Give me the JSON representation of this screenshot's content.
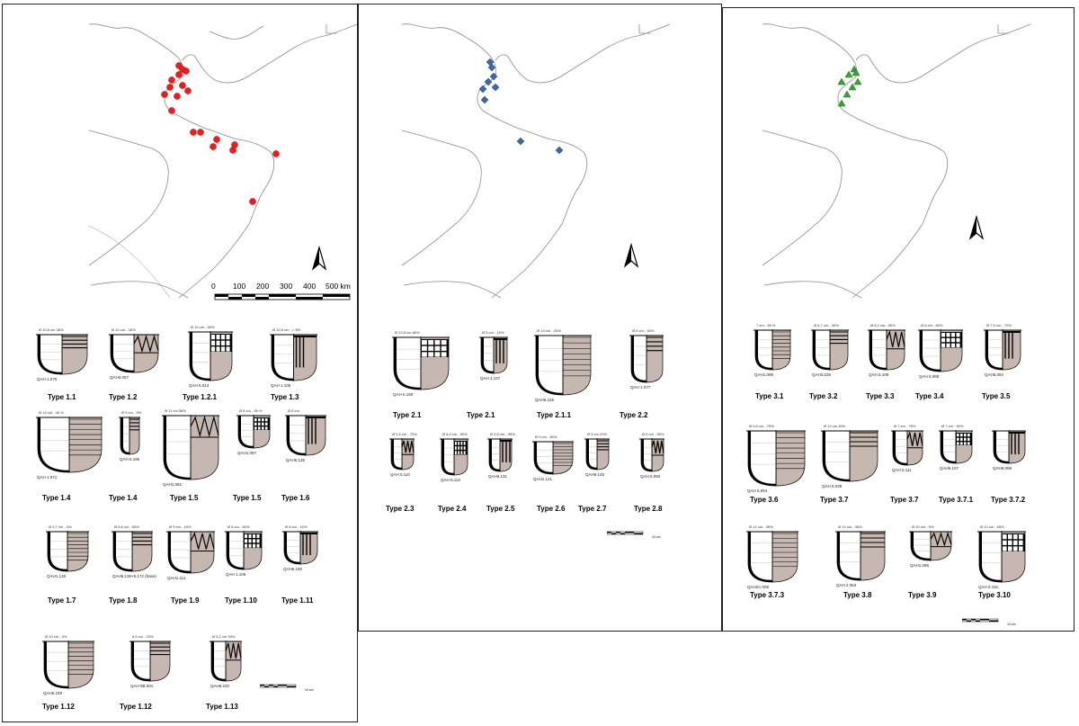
{
  "colors": {
    "type1_marker": "#e62020",
    "type2_marker": "#3a6aa8",
    "type3_marker": "#3aa03a",
    "coastline": "#8a8a8a",
    "sherd_fill": "#c6b7b0",
    "frame": "#222222"
  },
  "icons": [
    "north-arrow-icon",
    "scale-bar-icon",
    "circle-marker",
    "diamond-marker",
    "triangle-marker"
  ],
  "map_scale": {
    "ticks": [
      "0",
      "100",
      "200",
      "300",
      "400",
      "500 km"
    ]
  },
  "mini_scale_label": "10 cm",
  "panels": [
    {
      "types": [
        {
          "label": "Type 1.1",
          "id": "QAH 1.075",
          "dim": "Ø 10,6 cm 35%"
        },
        {
          "label": "Type 1.2",
          "id": "QAH3.067",
          "dim": "Ø 10 cm - 30%"
        },
        {
          "label": "Type 1.2.1",
          "id": "QAH 6.013",
          "dim": "Ø 10 cm - 55%"
        },
        {
          "label": "Type 1.3",
          "id": "QAH 1.105",
          "dim": "Ø 10,5 cm - < 5%"
        },
        {
          "label": "Type 1.4",
          "id": "QAH 1.071",
          "dim": "Ø 14 cm - 45 %"
        },
        {
          "label": "Type 1.4",
          "id": "QAH 6.195",
          "dim": "Ø 5 cm - 5%"
        },
        {
          "label": "Type 1.5",
          "id": "QAH1.081",
          "dim": "Ø 11 cm 58%"
        },
        {
          "label": "Type 1.5",
          "id": "QAH1.097",
          "dim": "Ø 8 cm - 45 %"
        },
        {
          "label": "Type 1.6",
          "id": "QAH6.135",
          "dim": "Ø 8 cm"
        },
        {
          "label": "Type 1.7",
          "id": "QAH1.128",
          "dim": "Ø 9,7 cm - 3%"
        },
        {
          "label": "Type 1.8",
          "id": "QAH6.139+6.172 (base)",
          "dim": "Ø 6,8 cm - 50%"
        },
        {
          "label": "Type 1.9",
          "id": "QAH1.111",
          "dim": "Ø 9 cm - 15%"
        },
        {
          "label": "Type 1.10",
          "id": "QAH 1.106",
          "dim": "Ø 8 cm - 50%"
        },
        {
          "label": "Type 1.11",
          "id": "QAH6.190",
          "dim": "Ø 6 cm - 10%"
        },
        {
          "label": "Type 1.12",
          "id": "QAH6.248",
          "dim": "Ø 10 cm - 5%"
        },
        {
          "label": "Type 1.12",
          "id": "QAH 5B.001",
          "dim": "6,5 cm - 20%"
        },
        {
          "label": "Type 1.13",
          "id": "QAH6.232",
          "dim": "Ø 5,2 cm 30%"
        }
      ]
    },
    {
      "types": [
        {
          "label": "Type 2.1",
          "id": "QAH 6.150",
          "dim": "Ø 10,8 cm 60%"
        },
        {
          "label": "Type 2.1",
          "id": "QAH 1.137",
          "dim": "Ø 5 cm - 15%"
        },
        {
          "label": "Type 2.1.1",
          "id": "QAH6.225",
          "dim": "Ø 14 cm - 25%"
        },
        {
          "label": "Type 2.2",
          "id": "QAH 1.077",
          "dim": "Ø 8 cm - 50%"
        },
        {
          "label": "Type 2.3",
          "id": "QAH 5.110",
          "dim": "Ø 6,5 cm - 75%"
        },
        {
          "label": "Type 2.4",
          "id": "QAH 5.113",
          "dim": "Ø 8,4 cm - 50%"
        },
        {
          "label": "Type 2.5",
          "id": "QAH6.131",
          "dim": "Ø 5,8 cm - 95%"
        },
        {
          "label": "Type 2.6",
          "id": "QAH1.121",
          "dim": "Ø 9 cm - 80%"
        },
        {
          "label": "Type 2.7",
          "id": "QAH6.145",
          "dim": "Ø 3 cm 20%"
        },
        {
          "label": "Type 2.8",
          "id": "QAH 5.092",
          "dim": "Ø 6 cm - 55%"
        }
      ]
    },
    {
      "types": [
        {
          "label": "Type 3.1",
          "id": "QAH1.098",
          "dim": "7 cm - 35 %"
        },
        {
          "label": "Type 3.2",
          "id": "QAH2.039",
          "dim": "Ø 6,7 cm - 30%"
        },
        {
          "label": "Type 3.3",
          "id": "QAH 5.108",
          "dim": "Ø 6,2 cm - 55%"
        },
        {
          "label": "Type 3.4",
          "id": "QAH 5.089",
          "dim": "Ø 6 cm - 60%"
        },
        {
          "label": "Type 3.5",
          "id": "QAH5.094",
          "dim": "Ø 7,5 cm - 70%"
        },
        {
          "label": "Type 3.6",
          "id": "QAH 5.064",
          "dim": "Ø 9,8 cm - 75%"
        },
        {
          "label": "Type 3.7",
          "id": "QAH 6.049",
          "dim": "Ø 12 cm 30%"
        },
        {
          "label": "Type 3.7",
          "id": "QAH 5.111",
          "dim": "Ø 7 cm - 75%"
        },
        {
          "label": "Type 3.7.1",
          "id": "QAH5.107",
          "dim": "Ø 7 cm - 50%"
        },
        {
          "label": "Type 3.7.2",
          "id": "QAH5.098",
          "dim": ""
        },
        {
          "label": "Type 3.7.3",
          "id": "QAH2A.008",
          "dim": "Ø 12 cm - 35%"
        },
        {
          "label": "Type 3.8",
          "id": "QAH 2.064",
          "dim": "Ø 12 cm - 35%"
        },
        {
          "label": "Type 3.9",
          "id": "QAH1.095",
          "dim": "Ø 10 cm - 5%"
        },
        {
          "label": "Type 3.10",
          "id": "QAH 6.191",
          "dim": "Ø 12 cm - 65%"
        }
      ]
    }
  ]
}
